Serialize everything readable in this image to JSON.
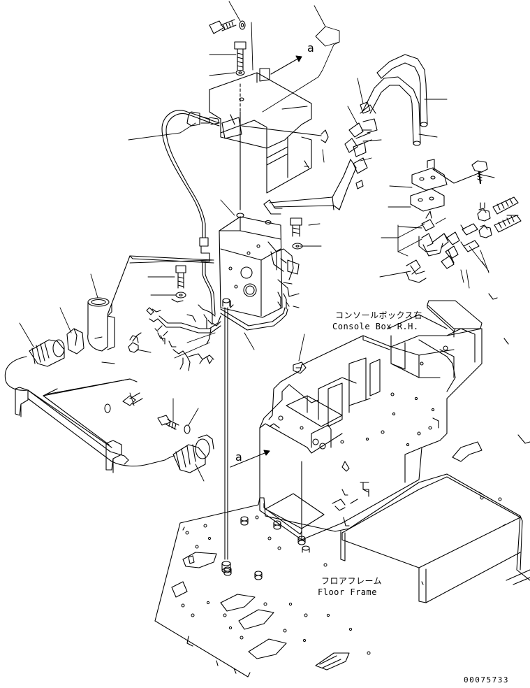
{
  "labels": {
    "console_box_jp": "コンソールボックス右",
    "console_box_en": "Console Box R.H.",
    "floor_frame_jp": "フロアフレーム",
    "floor_frame_en": "Floor Frame",
    "drawing_number": "00075733"
  },
  "view_markers": {
    "upper": "a",
    "lower": "a"
  }
}
